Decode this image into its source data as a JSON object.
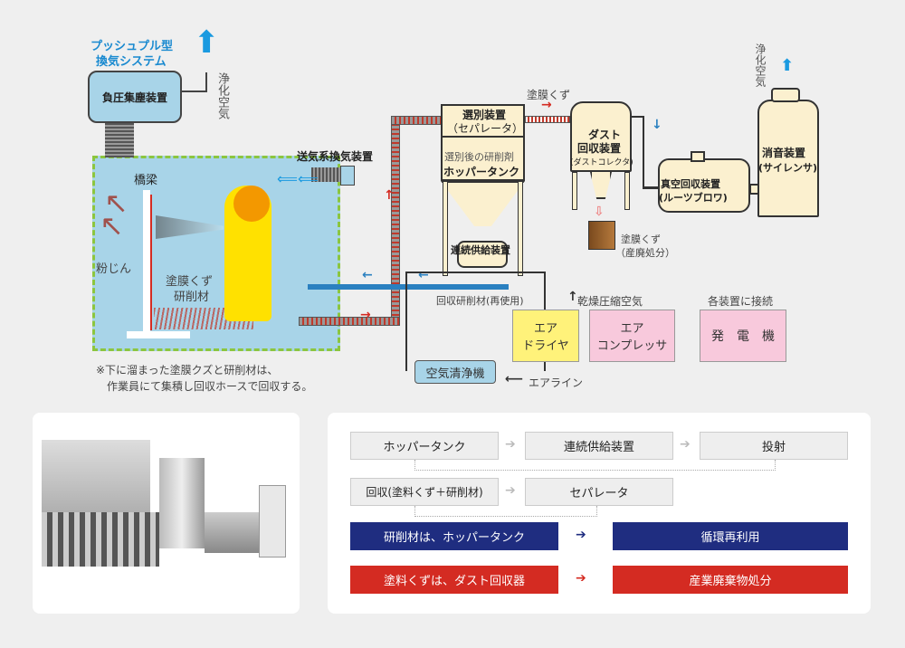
{
  "diagram": {
    "pushpull_title_1": "プッシュプル型",
    "pushpull_title_2": "換気システム",
    "negative_pressure_dust": "負圧集塵装置",
    "clean_air_left": "浄化空気",
    "clean_air_right": "浄化空気",
    "supply_ventilation": "送気系換気装置",
    "bridge_beam": "橋梁",
    "dust": "粉じん",
    "paint_debris": "塗膜くず",
    "abrasive": "研削材",
    "note_1": "※下に溜まった塗膜クズと研削材は、",
    "note_2": "作業員にて集積し回収ホースで回収する。",
    "separator_1": "選別装置",
    "separator_2": "（セパレータ）",
    "sorted_abrasive": "選別後の研削剤",
    "hopper_tank": "ホッパータンク",
    "continuous_feeder": "連続供給装置",
    "recovered_abrasive": "回収研削材(再使用)",
    "paint_debris_flow": "塗膜くず",
    "dust_collector_1": "ダスト",
    "dust_collector_2": "回収装置",
    "dust_collector_3": "(ダストコレクタ)",
    "disposal_1": "塗膜くず",
    "disposal_2": "（産廃処分）",
    "vacuum_1": "真空回収装置",
    "vacuum_2": "(ルーツブロワ)",
    "silencer_1": "消音装置",
    "silencer_2": "(サイレンサ)",
    "dry_compressed_air": "乾燥圧縮空気",
    "connect_each": "各装置に接続",
    "air_dryer_1": "エア",
    "air_dryer_2": "ドライヤ",
    "compressor_1": "エア",
    "compressor_2": "コンプレッサ",
    "generator": "発　電　機",
    "air_cleaner": "空気清浄機",
    "air_line": "エアライン"
  },
  "flow": {
    "row1": [
      "ホッパータンク",
      "連続供給装置",
      "投射"
    ],
    "row2": [
      "回収(塗料くず＋研削材)",
      "セパレータ"
    ],
    "row3": [
      "研削材は、ホッパータンク",
      "循環再利用"
    ],
    "row4": [
      "塗料くずは、ダスト回収器",
      "産業廃棄物処分"
    ]
  },
  "colors": {
    "navy": "#1f2d80",
    "red": "#d42b22",
    "room": "#a8d4e8",
    "dryer": "#fff27a",
    "compressor": "#f8c9dc"
  }
}
